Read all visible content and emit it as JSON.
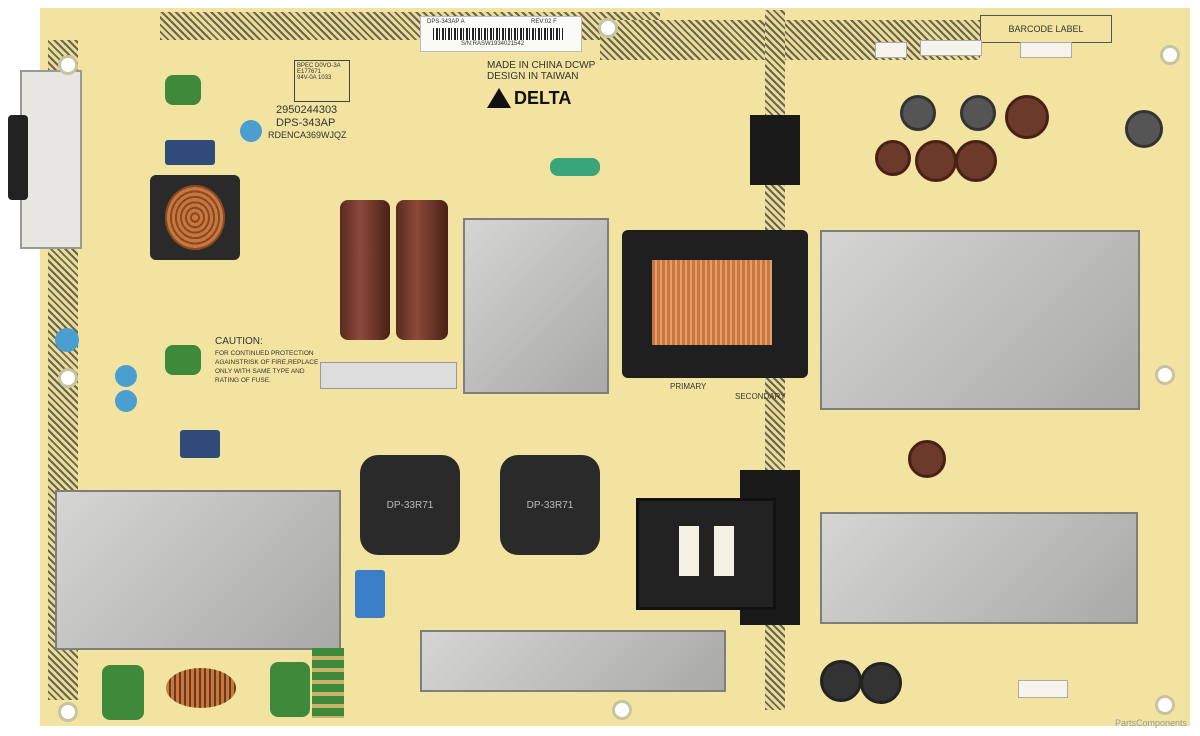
{
  "label": {
    "model": "DPS-343AP A",
    "rev": "REV:02 F",
    "serial": "S/N:RASW1934021542"
  },
  "barcode_box": "BARCODE LABEL",
  "made_in": "MADE IN CHINA DCWP",
  "design_in": "DESIGN IN TAIWAN",
  "brand": "DELTA",
  "ul_box": {
    "line1": "BPEC D0VO-3A",
    "line2": "E177671",
    "line3": "94V-0A 1033"
  },
  "part_numbers": [
    "2950244303",
    "DPS-343AP",
    "RDENCA369WJQZ"
  ],
  "caution": {
    "title": "CAUTION:",
    "text": "FOR CONTINUED PROTECTION AGAINSTRISK OF FIRE,REPLACE ONLY WITH SAME TYPE AND RATING OF FUSE."
  },
  "primary": "PRIMARY",
  "secondary": "SECONDARY",
  "inductor_label": "DP-33R71",
  "watermark": "PartsComponents"
}
